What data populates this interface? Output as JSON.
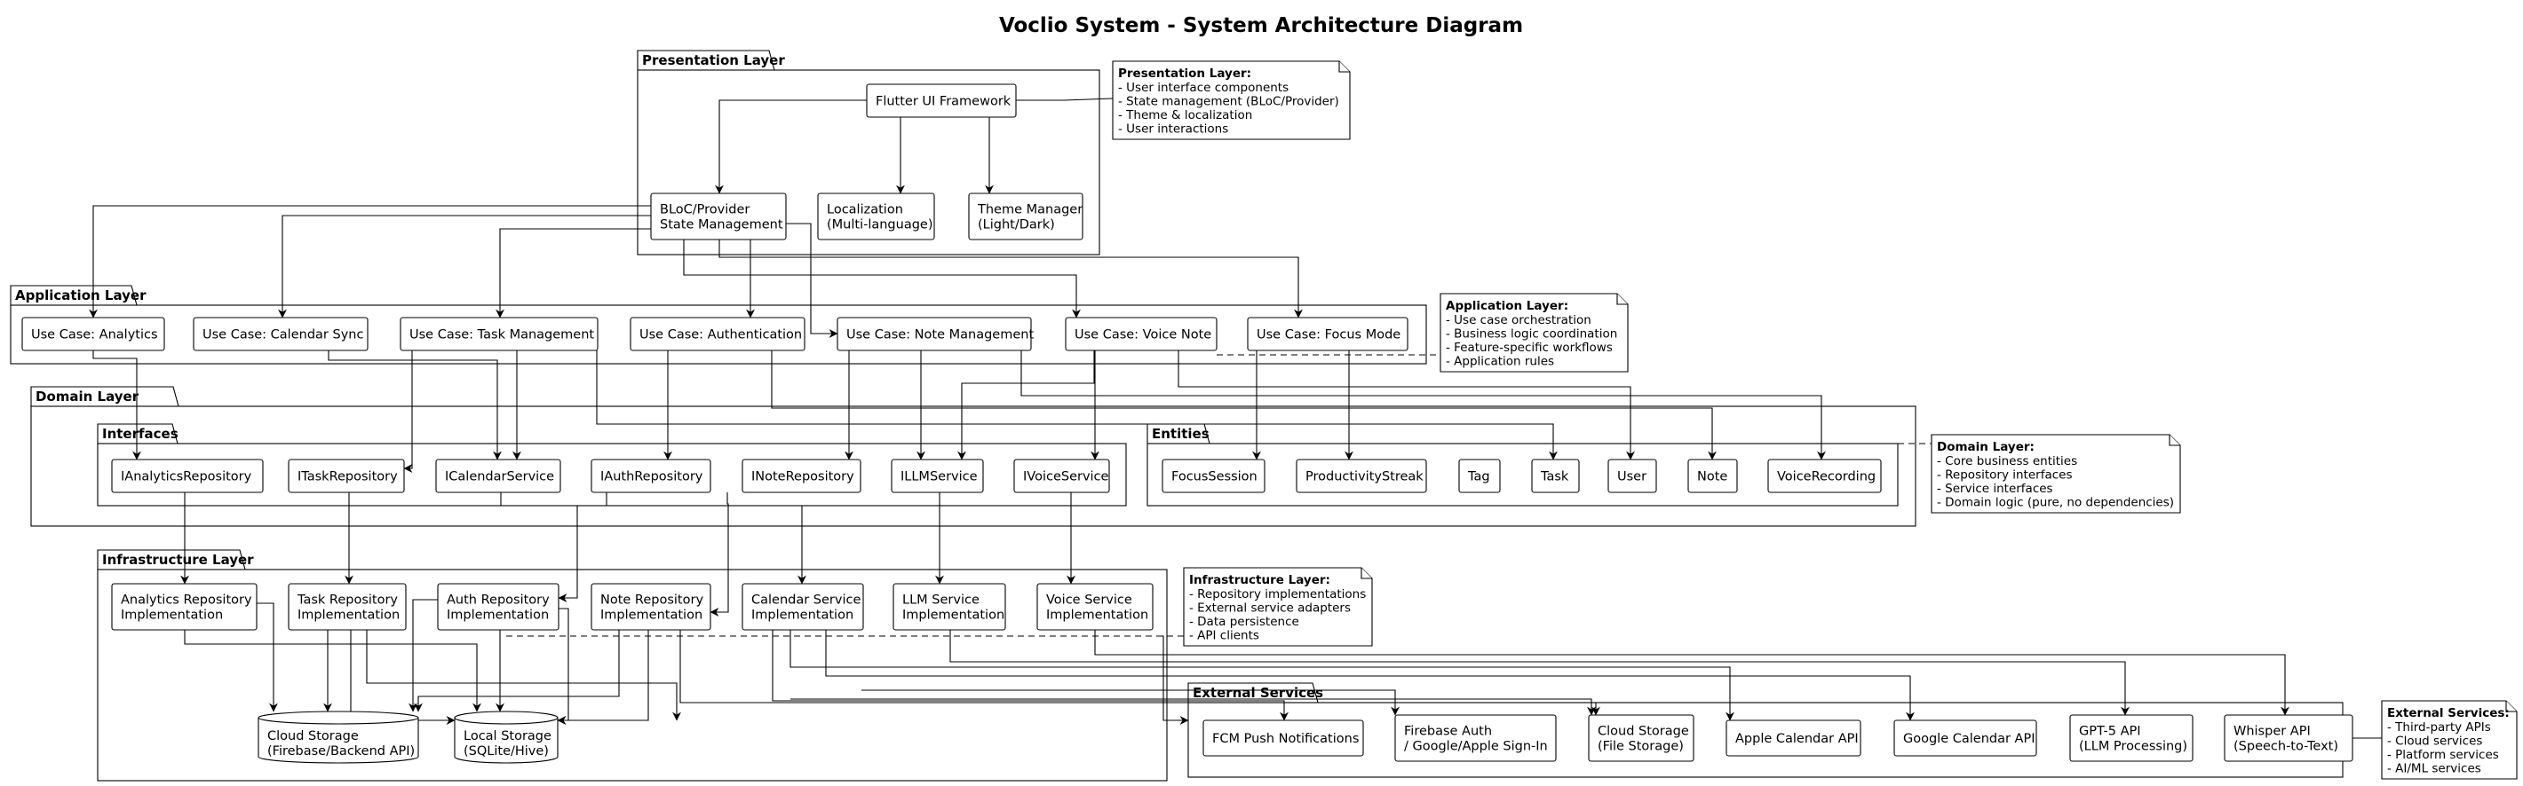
{
  "title": "Voclio System - System Architecture Diagram",
  "packages": {
    "presentation": "Presentation Layer",
    "application": "Application Layer",
    "domain": "Domain Layer",
    "interfaces": "Interfaces",
    "entities": "Entities",
    "infrastructure": "Infrastructure Layer",
    "external": "External Services"
  },
  "nodes": {
    "flutter": [
      "Flutter UI Framework"
    ],
    "bloc": [
      "BLoC/Provider",
      "State Management"
    ],
    "localization": [
      "Localization",
      "(Multi-language)"
    ],
    "theme": [
      "Theme Manager",
      "(Light/Dark)"
    ],
    "uc_analytics": [
      "Use Case: Analytics"
    ],
    "uc_calendar": [
      "Use Case: Calendar Sync"
    ],
    "uc_task": [
      "Use Case: Task Management"
    ],
    "uc_auth": [
      "Use Case: Authentication"
    ],
    "uc_note": [
      "Use Case: Note Management"
    ],
    "uc_voice": [
      "Use Case: Voice Note"
    ],
    "uc_focus": [
      "Use Case: Focus Mode"
    ],
    "i_analytics": [
      "IAnalyticsRepository"
    ],
    "i_task": [
      "ITaskRepository"
    ],
    "i_calendar": [
      "ICalendarService"
    ],
    "i_auth": [
      "IAuthRepository"
    ],
    "i_note": [
      "INoteRepository"
    ],
    "i_llm": [
      "ILLMService"
    ],
    "i_voice": [
      "IVoiceService"
    ],
    "e_focus": [
      "FocusSession"
    ],
    "e_streak": [
      "ProductivityStreak"
    ],
    "e_tag": [
      "Tag"
    ],
    "e_task": [
      "Task"
    ],
    "e_user": [
      "User"
    ],
    "e_note": [
      "Note"
    ],
    "e_voicerec": [
      "VoiceRecording"
    ],
    "r_analytics": [
      "Analytics Repository",
      "Implementation"
    ],
    "r_task": [
      "Task Repository",
      "Implementation"
    ],
    "r_auth": [
      "Auth Repository",
      "Implementation"
    ],
    "r_note": [
      "Note Repository",
      "Implementation"
    ],
    "s_calendar": [
      "Calendar Service",
      "Implementation"
    ],
    "s_llm": [
      "LLM Service",
      "Implementation"
    ],
    "s_voice": [
      "Voice Service",
      "Implementation"
    ],
    "db_cloud": [
      "Cloud Storage",
      "(Firebase/Backend API)"
    ],
    "db_local": [
      "Local Storage",
      "(SQLite/Hive)"
    ],
    "x_fcm": [
      "FCM Push Notifications"
    ],
    "x_firebase": [
      "Firebase Auth",
      "/ Google/Apple Sign-In"
    ],
    "x_cloud": [
      "Cloud Storage",
      "(File Storage)"
    ],
    "x_apple": [
      "Apple Calendar API"
    ],
    "x_google": [
      "Google Calendar API"
    ],
    "x_gpt": [
      "GPT-5 API",
      "(LLM Processing)"
    ],
    "x_whisper": [
      "Whisper API",
      "(Speech-to-Text)"
    ]
  },
  "notes": {
    "presentation": {
      "title": "Presentation Layer:",
      "lines": [
        "- User interface components",
        "- State management (BLoC/Provider)",
        "- Theme & localization",
        "- User interactions"
      ]
    },
    "application": {
      "title": "Application Layer:",
      "lines": [
        "- Use case orchestration",
        "- Business logic coordination",
        "- Feature-specific workflows",
        "- Application rules"
      ]
    },
    "domain": {
      "title": "Domain Layer:",
      "lines": [
        "- Core business entities",
        "- Repository interfaces",
        "- Service interfaces",
        "- Domain logic (pure, no dependencies)"
      ]
    },
    "infrastructure": {
      "title": "Infrastructure Layer:",
      "lines": [
        "- Repository implementations",
        "- External service adapters",
        "- Data persistence",
        "- API clients"
      ]
    },
    "external": {
      "title": "External Services:",
      "lines": [
        "- Third-party APIs",
        "- Cloud services",
        "- Platform services",
        "- AI/ML services"
      ]
    }
  }
}
